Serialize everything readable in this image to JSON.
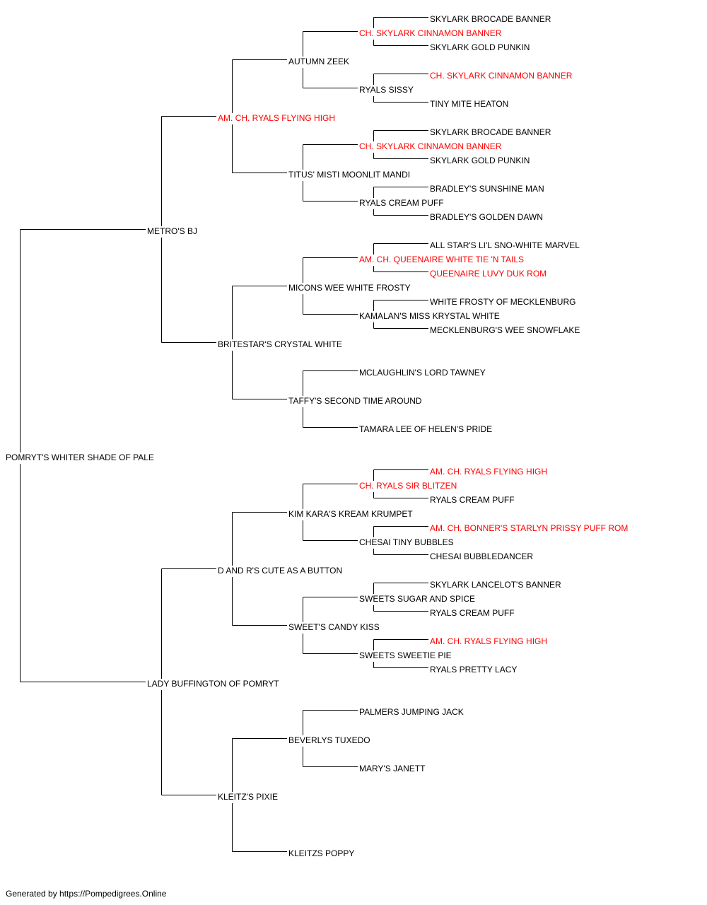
{
  "colors": {
    "normal": "#000000",
    "champion": "#ff0000",
    "line": "#000000"
  },
  "footer": "Generated by https://Pompedigrees.Online",
  "pedigree": {
    "name": "POMRYT'S WHITER SHADE OF PALE",
    "sire": {
      "name": "METRO'S BJ",
      "sire": {
        "name": "AM. CH. RYALS FLYING HIGH",
        "champion": true,
        "sire": {
          "name": "AUTUMN ZEEK",
          "sire": {
            "name": "CH. SKYLARK CINNAMON BANNER",
            "champion": true,
            "sire": {
              "name": "SKYLARK BROCADE BANNER"
            },
            "dam": {
              "name": "SKYLARK GOLD PUNKIN"
            }
          },
          "dam": {
            "name": "RYALS SISSY",
            "sire": {
              "name": "CH. SKYLARK CINNAMON BANNER",
              "champion": true
            },
            "dam": {
              "name": "TINY MITE HEATON"
            }
          }
        },
        "dam": {
          "name": "TITUS' MISTI MOONLIT MANDI",
          "sire": {
            "name": "CH. SKYLARK CINNAMON BANNER",
            "champion": true,
            "sire": {
              "name": "SKYLARK BROCADE BANNER"
            },
            "dam": {
              "name": "SKYLARK GOLD PUNKIN"
            }
          },
          "dam": {
            "name": "RYALS CREAM PUFF",
            "sire": {
              "name": "BRADLEY'S SUNSHINE MAN"
            },
            "dam": {
              "name": "BRADLEY'S GOLDEN DAWN"
            }
          }
        }
      },
      "dam": {
        "name": "BRITESTAR'S CRYSTAL WHITE",
        "sire": {
          "name": "MICONS WEE WHITE FROSTY",
          "sire": {
            "name": "AM. CH. QUEENAIRE WHITE TIE 'N TAILS",
            "champion": true,
            "sire": {
              "name": "ALL STAR'S LI'L SNO-WHITE MARVEL"
            },
            "dam": {
              "name": "QUEENAIRE LUVY DUK ROM",
              "champion": true
            }
          },
          "dam": {
            "name": "KAMALAN'S MISS KRYSTAL WHITE",
            "sire": {
              "name": "WHITE FROSTY OF MECKLENBURG"
            },
            "dam": {
              "name": "MECKLENBURG'S WEE SNOWFLAKE"
            }
          }
        },
        "dam": {
          "name": "TAFFY'S SECOND TIME AROUND",
          "sire": {
            "name": "MCLAUGHLIN'S LORD TAWNEY"
          },
          "dam": {
            "name": "TAMARA LEE OF HELEN'S PRIDE"
          }
        }
      }
    },
    "dam": {
      "name": "LADY BUFFINGTON OF POMRYT",
      "sire": {
        "name": "D AND R'S CUTE AS A BUTTON",
        "sire": {
          "name": "KIM KARA'S KREAM KRUMPET",
          "sire": {
            "name": "CH. RYALS SIR BLITZEN",
            "champion": true,
            "sire": {
              "name": "AM. CH. RYALS FLYING HIGH",
              "champion": true
            },
            "dam": {
              "name": "RYALS CREAM PUFF"
            }
          },
          "dam": {
            "name": "CHESAI TINY BUBBLES",
            "sire": {
              "name": "AM. CH. BONNER'S STARLYN PRISSY PUFF ROM",
              "champion": true
            },
            "dam": {
              "name": "CHESAI BUBBLEDANCER"
            }
          }
        },
        "dam": {
          "name": "SWEET'S CANDY KISS",
          "sire": {
            "name": "SWEETS SUGAR AND SPICE",
            "sire": {
              "name": "SKYLARK LANCELOT'S BANNER"
            },
            "dam": {
              "name": "RYALS CREAM PUFF"
            }
          },
          "dam": {
            "name": "SWEETS SWEETIE PIE",
            "sire": {
              "name": "AM. CH. RYALS FLYING HIGH",
              "champion": true
            },
            "dam": {
              "name": "RYALS PRETTY LACY"
            }
          }
        }
      },
      "dam": {
        "name": "KLEITZ'S PIXIE",
        "sire": {
          "name": "BEVERLYS TUXEDO",
          "sire": {
            "name": "PALMERS JUMPING JACK"
          },
          "dam": {
            "name": "MARY'S JANETT"
          }
        },
        "dam": {
          "name": "KLEITZS POPPY"
        }
      }
    }
  }
}
